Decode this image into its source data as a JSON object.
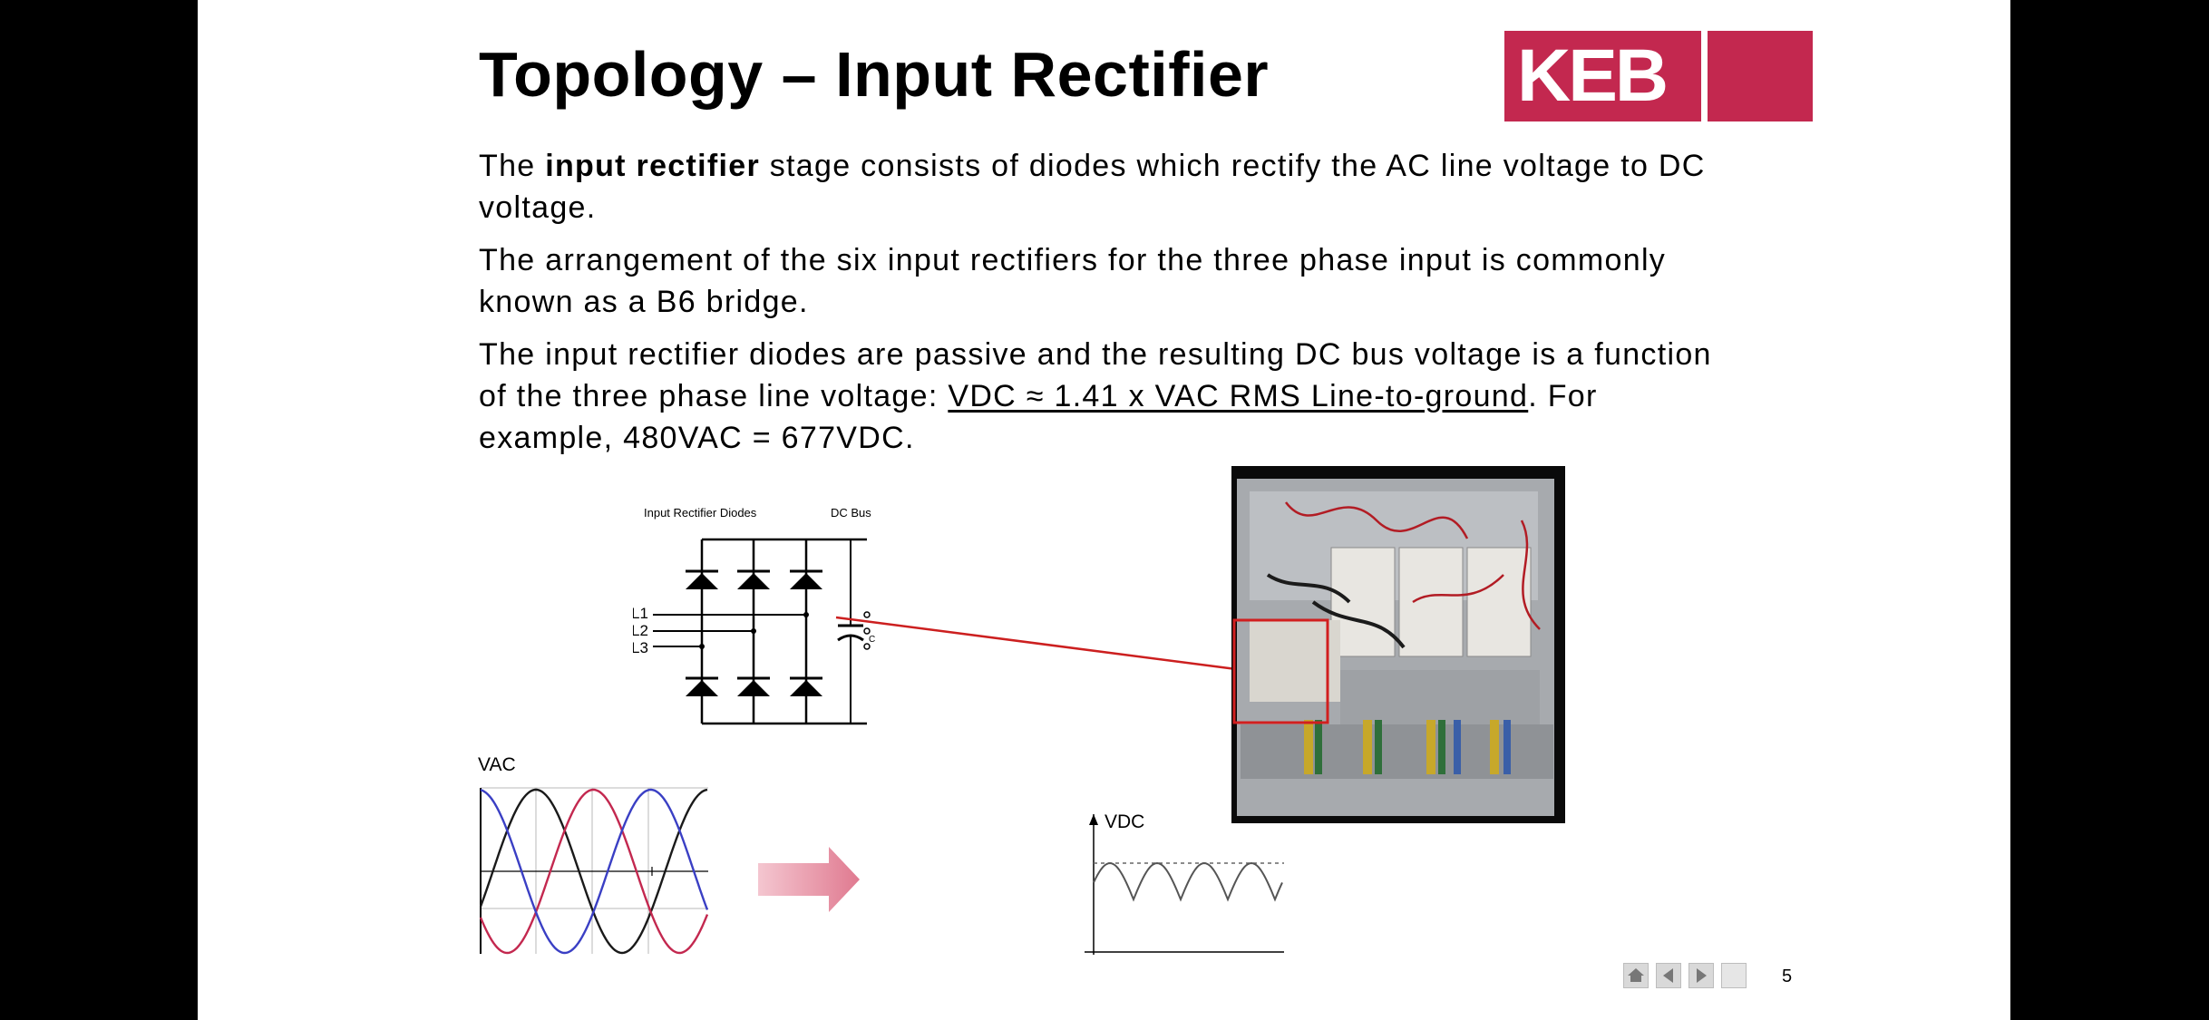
{
  "slide": {
    "title": "Topology – Input Rectifier",
    "logo_text": "KEB",
    "brand_color": "#c3284f",
    "page_number": "5"
  },
  "paragraphs": {
    "p1": {
      "t1": "The ",
      "bold": "input rectifier",
      "t2": " stage consists of diodes which rectify the AC line voltage to DC voltage."
    },
    "p2": {
      "text": "The arrangement of the six input rectifiers for the three phase input is commonly known as a B6 bridge."
    },
    "p3": {
      "t1": "The input rectifier diodes are passive and the resulting DC bus voltage is a function of the three phase line voltage:  ",
      "underlined": "VDC ≈ 1.41 x VAC RMS Line-to-ground",
      "t2": ".  For example, 480VAC = 677VDC."
    }
  },
  "circuit": {
    "label_diodes": "Input Rectifier Diodes",
    "label_dcbus": "DC Bus",
    "phases": [
      "L1",
      "L2",
      "L3"
    ],
    "cap_label": "C"
  },
  "charts": {
    "vac_label": "VAC",
    "vdc_label": "VDC",
    "vac_series_colors": [
      "#1a1a1a",
      "#c3284f",
      "#3a3fc4"
    ]
  },
  "nav": {
    "icons": [
      "home-icon",
      "prev-arrow-icon",
      "next-arrow-icon",
      "blank-button"
    ]
  }
}
